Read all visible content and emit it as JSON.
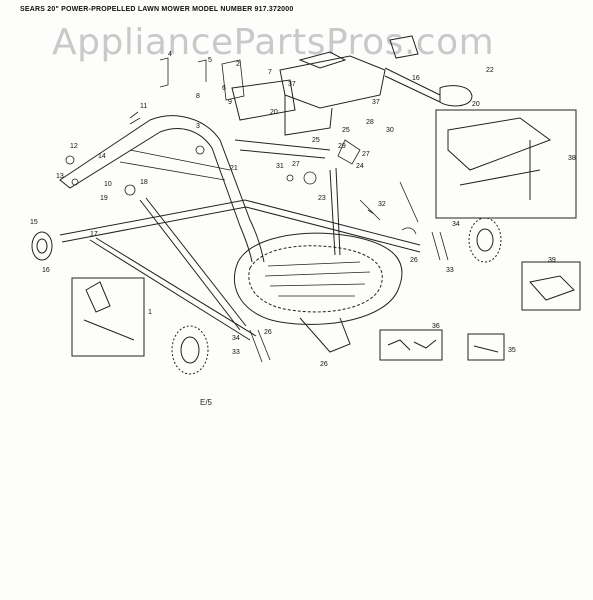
{
  "header": {
    "title": "SEARS 20\" POWER-PROPELLED LAWN MOWER MODEL NUMBER 917.372000"
  },
  "watermark": {
    "text": "AppliancePartsPros.com"
  },
  "page_marker": {
    "text": "E/5"
  },
  "callouts": [
    {
      "id": "c1",
      "text": "1"
    },
    {
      "id": "c2",
      "text": "2"
    },
    {
      "id": "c3",
      "text": "3"
    },
    {
      "id": "c4",
      "text": "4"
    },
    {
      "id": "c5",
      "text": "5"
    },
    {
      "id": "c6",
      "text": "6"
    },
    {
      "id": "c7",
      "text": "7"
    },
    {
      "id": "c8",
      "text": "8"
    },
    {
      "id": "c9",
      "text": "9"
    },
    {
      "id": "c10",
      "text": "10"
    },
    {
      "id": "c11",
      "text": "11"
    },
    {
      "id": "c12",
      "text": "12"
    },
    {
      "id": "c13",
      "text": "13"
    },
    {
      "id": "c14",
      "text": "14"
    },
    {
      "id": "c15",
      "text": "15"
    },
    {
      "id": "c16",
      "text": "16"
    },
    {
      "id": "c16b",
      "text": "16"
    },
    {
      "id": "c17",
      "text": "17"
    },
    {
      "id": "c18",
      "text": "18"
    },
    {
      "id": "c19",
      "text": "19"
    },
    {
      "id": "c20",
      "text": "20"
    },
    {
      "id": "c20b",
      "text": "20"
    },
    {
      "id": "c21",
      "text": "21"
    },
    {
      "id": "c22",
      "text": "22"
    },
    {
      "id": "c23",
      "text": "23"
    },
    {
      "id": "c24",
      "text": "24"
    },
    {
      "id": "c25",
      "text": "25"
    },
    {
      "id": "c25b",
      "text": "25"
    },
    {
      "id": "c26",
      "text": "26"
    },
    {
      "id": "c26b",
      "text": "26"
    },
    {
      "id": "c26c",
      "text": "26"
    },
    {
      "id": "c27",
      "text": "27"
    },
    {
      "id": "c27b",
      "text": "27"
    },
    {
      "id": "c28",
      "text": "28"
    },
    {
      "id": "c29",
      "text": "29"
    },
    {
      "id": "c30",
      "text": "30"
    },
    {
      "id": "c31",
      "text": "31"
    },
    {
      "id": "c32",
      "text": "32"
    },
    {
      "id": "c33",
      "text": "33"
    },
    {
      "id": "c33b",
      "text": "33"
    },
    {
      "id": "c34",
      "text": "34"
    },
    {
      "id": "c34b",
      "text": "34"
    },
    {
      "id": "c35",
      "text": "35"
    },
    {
      "id": "c36",
      "text": "36"
    },
    {
      "id": "c37",
      "text": "37"
    },
    {
      "id": "c37b",
      "text": "37"
    },
    {
      "id": "c38",
      "text": "38"
    },
    {
      "id": "c39",
      "text": "39"
    }
  ]
}
